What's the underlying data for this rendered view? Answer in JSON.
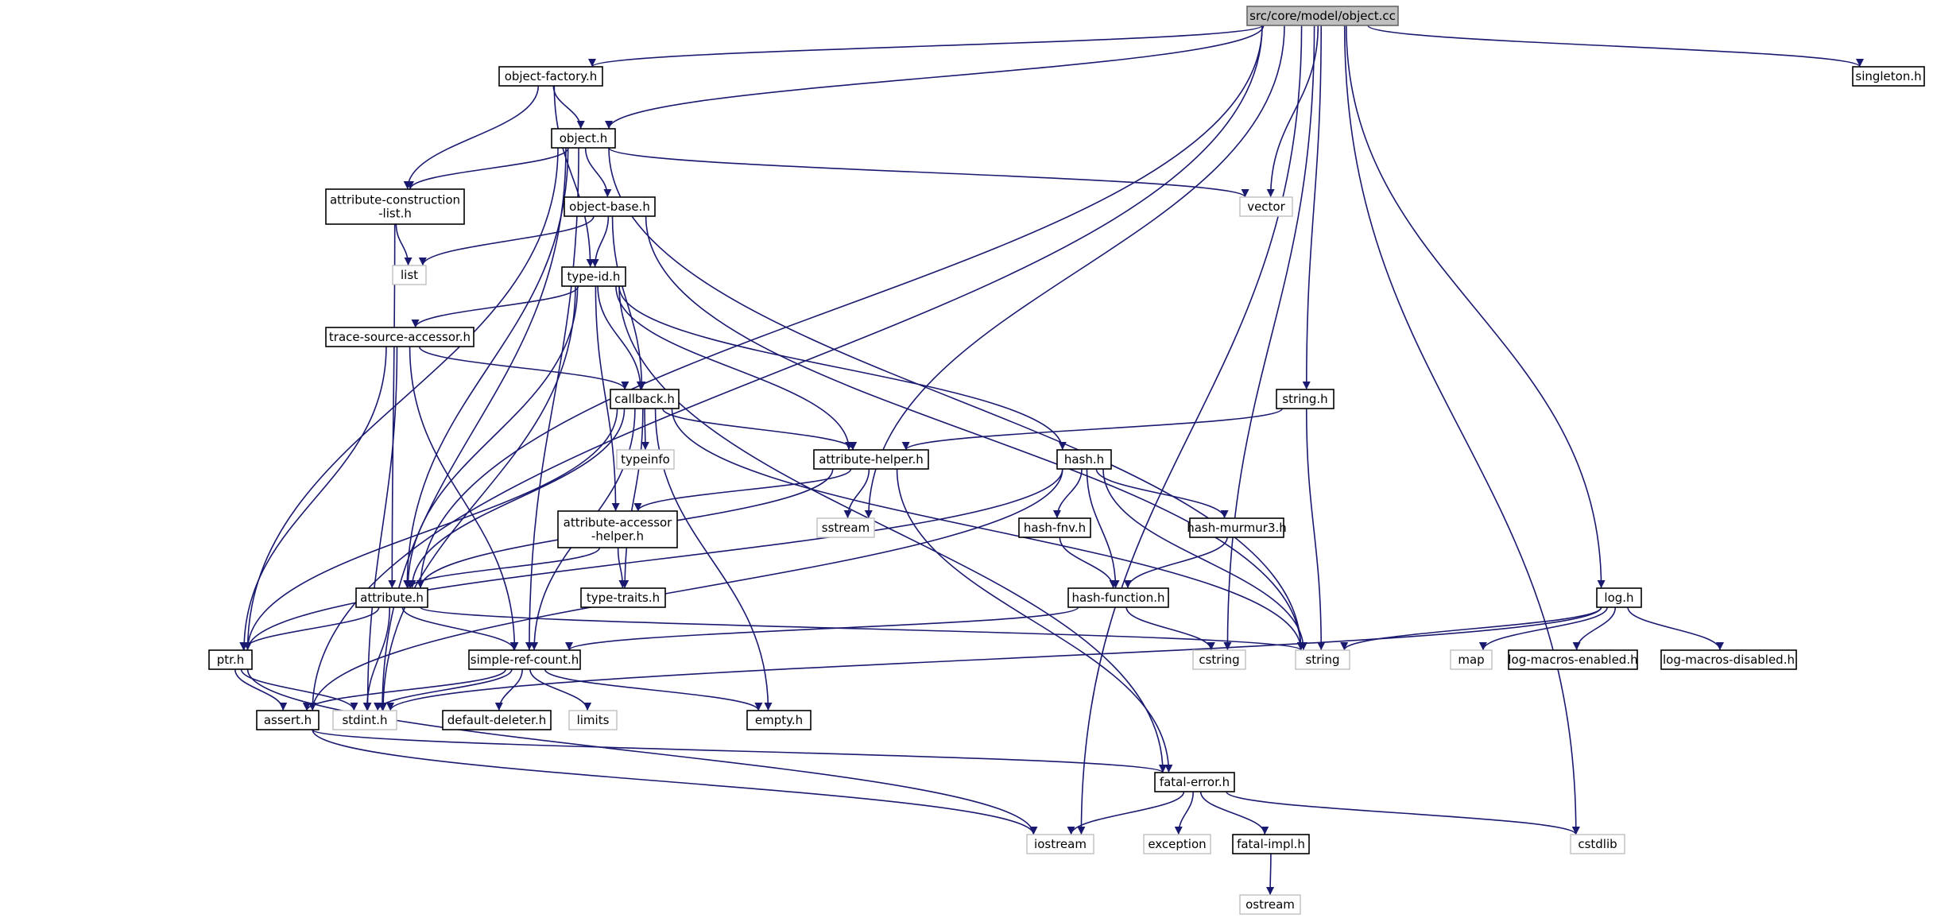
{
  "graph": {
    "title": "src/core/model/object.cc",
    "nodes": [
      {
        "id": "object_cc",
        "lines": [
          "src/core/model/object.cc"
        ],
        "kind": "root"
      },
      {
        "id": "object_factory_h",
        "lines": [
          "object-factory.h"
        ],
        "kind": "file"
      },
      {
        "id": "singleton_h",
        "lines": [
          "singleton.h"
        ],
        "kind": "file"
      },
      {
        "id": "object_h",
        "lines": [
          "object.h"
        ],
        "kind": "file"
      },
      {
        "id": "vector",
        "lines": [
          "vector"
        ],
        "kind": "external"
      },
      {
        "id": "attr_constr_list_h",
        "lines": [
          "attribute-construction",
          "-list.h"
        ],
        "kind": "file"
      },
      {
        "id": "object_base_h",
        "lines": [
          "object-base.h"
        ],
        "kind": "file"
      },
      {
        "id": "list",
        "lines": [
          "list"
        ],
        "kind": "external"
      },
      {
        "id": "type_id_h",
        "lines": [
          "type-id.h"
        ],
        "kind": "file"
      },
      {
        "id": "trace_source_accessor_h",
        "lines": [
          "trace-source-accessor.h"
        ],
        "kind": "file"
      },
      {
        "id": "callback_h",
        "lines": [
          "callback.h"
        ],
        "kind": "file"
      },
      {
        "id": "string_h",
        "lines": [
          "string.h"
        ],
        "kind": "file"
      },
      {
        "id": "typeinfo",
        "lines": [
          "typeinfo"
        ],
        "kind": "external"
      },
      {
        "id": "attr_helper_h",
        "lines": [
          "attribute-helper.h"
        ],
        "kind": "file"
      },
      {
        "id": "hash_h",
        "lines": [
          "hash.h"
        ],
        "kind": "file"
      },
      {
        "id": "attr_accessor_helper_h",
        "lines": [
          "attribute-accessor",
          "-helper.h"
        ],
        "kind": "file"
      },
      {
        "id": "sstream",
        "lines": [
          "sstream"
        ],
        "kind": "external"
      },
      {
        "id": "hash_fnv_h",
        "lines": [
          "hash-fnv.h"
        ],
        "kind": "file"
      },
      {
        "id": "hash_murmur3_h",
        "lines": [
          "hash-murmur3.h"
        ],
        "kind": "file"
      },
      {
        "id": "attribute_h",
        "lines": [
          "attribute.h"
        ],
        "kind": "file"
      },
      {
        "id": "type_traits_h",
        "lines": [
          "type-traits.h"
        ],
        "kind": "file"
      },
      {
        "id": "hash_function_h",
        "lines": [
          "hash-function.h"
        ],
        "kind": "file"
      },
      {
        "id": "log_h",
        "lines": [
          "log.h"
        ],
        "kind": "file"
      },
      {
        "id": "ptr_h",
        "lines": [
          "ptr.h"
        ],
        "kind": "file"
      },
      {
        "id": "simple_ref_count_h",
        "lines": [
          "simple-ref-count.h"
        ],
        "kind": "file"
      },
      {
        "id": "cstring",
        "lines": [
          "cstring"
        ],
        "kind": "external"
      },
      {
        "id": "string",
        "lines": [
          "string"
        ],
        "kind": "external"
      },
      {
        "id": "map",
        "lines": [
          "map"
        ],
        "kind": "external"
      },
      {
        "id": "log_macros_enabled_h",
        "lines": [
          "log-macros-enabled.h"
        ],
        "kind": "file"
      },
      {
        "id": "log_macros_disabled_h",
        "lines": [
          "log-macros-disabled.h"
        ],
        "kind": "file"
      },
      {
        "id": "assert_h",
        "lines": [
          "assert.h"
        ],
        "kind": "file"
      },
      {
        "id": "stdint_h",
        "lines": [
          "stdint.h"
        ],
        "kind": "external"
      },
      {
        "id": "default_deleter_h",
        "lines": [
          "default-deleter.h"
        ],
        "kind": "file"
      },
      {
        "id": "limits",
        "lines": [
          "limits"
        ],
        "kind": "external"
      },
      {
        "id": "empty_h",
        "lines": [
          "empty.h"
        ],
        "kind": "file"
      },
      {
        "id": "fatal_error_h",
        "lines": [
          "fatal-error.h"
        ],
        "kind": "file"
      },
      {
        "id": "iostream",
        "lines": [
          "iostream"
        ],
        "kind": "external"
      },
      {
        "id": "exception",
        "lines": [
          "exception"
        ],
        "kind": "external"
      },
      {
        "id": "fatal_impl_h",
        "lines": [
          "fatal-impl.h"
        ],
        "kind": "file"
      },
      {
        "id": "cstdlib",
        "lines": [
          "cstdlib"
        ],
        "kind": "external"
      },
      {
        "id": "ostream",
        "lines": [
          "ostream"
        ],
        "kind": "external"
      }
    ],
    "edges": [
      [
        "object_cc",
        "object_factory_h"
      ],
      [
        "object_cc",
        "object_h"
      ],
      [
        "object_cc",
        "singleton_h"
      ],
      [
        "object_cc",
        "vector"
      ],
      [
        "object_cc",
        "string_h"
      ],
      [
        "object_cc",
        "cstring"
      ],
      [
        "object_cc",
        "log_h"
      ],
      [
        "object_cc",
        "cstdlib"
      ],
      [
        "object_cc",
        "attribute_h"
      ],
      [
        "object_cc",
        "assert_h"
      ],
      [
        "object_cc",
        "sstream"
      ],
      [
        "object_cc",
        "iostream"
      ],
      [
        "object_factory_h",
        "object_h"
      ],
      [
        "object_factory_h",
        "attr_constr_list_h"
      ],
      [
        "object_factory_h",
        "type_id_h"
      ],
      [
        "object_h",
        "attr_constr_list_h"
      ],
      [
        "object_h",
        "object_base_h"
      ],
      [
        "object_h",
        "vector"
      ],
      [
        "object_h",
        "string"
      ],
      [
        "object_h",
        "ptr_h"
      ],
      [
        "object_h",
        "attribute_h"
      ],
      [
        "object_h",
        "stdint_h"
      ],
      [
        "object_h",
        "simple_ref_count_h"
      ],
      [
        "attr_constr_list_h",
        "list"
      ],
      [
        "attr_constr_list_h",
        "attribute_h"
      ],
      [
        "object_base_h",
        "list"
      ],
      [
        "object_base_h",
        "type_id_h"
      ],
      [
        "object_base_h",
        "callback_h"
      ],
      [
        "object_base_h",
        "string"
      ],
      [
        "type_id_h",
        "trace_source_accessor_h"
      ],
      [
        "type_id_h",
        "callback_h"
      ],
      [
        "type_id_h",
        "attr_helper_h"
      ],
      [
        "type_id_h",
        "hash_h"
      ],
      [
        "type_id_h",
        "attr_accessor_helper_h"
      ],
      [
        "type_id_h",
        "attribute_h"
      ],
      [
        "type_id_h",
        "stdint_h"
      ],
      [
        "type_id_h",
        "fatal_error_h"
      ],
      [
        "trace_source_accessor_h",
        "callback_h"
      ],
      [
        "trace_source_accessor_h",
        "ptr_h"
      ],
      [
        "trace_source_accessor_h",
        "simple_ref_count_h"
      ],
      [
        "trace_source_accessor_h",
        "stdint_h"
      ],
      [
        "callback_h",
        "typeinfo"
      ],
      [
        "callback_h",
        "attr_helper_h"
      ],
      [
        "callback_h",
        "type_traits_h"
      ],
      [
        "callback_h",
        "attribute_h"
      ],
      [
        "callback_h",
        "ptr_h"
      ],
      [
        "callback_h",
        "simple_ref_count_h"
      ],
      [
        "callback_h",
        "empty_h"
      ],
      [
        "callback_h",
        "string"
      ],
      [
        "string_h",
        "attr_helper_h"
      ],
      [
        "string_h",
        "string"
      ],
      [
        "attr_helper_h",
        "sstream"
      ],
      [
        "attr_helper_h",
        "attr_accessor_helper_h"
      ],
      [
        "attr_helper_h",
        "attribute_h"
      ],
      [
        "attr_helper_h",
        "fatal_error_h"
      ],
      [
        "hash_h",
        "hash_fnv_h"
      ],
      [
        "hash_h",
        "hash_murmur3_h"
      ],
      [
        "hash_h",
        "hash_function_h"
      ],
      [
        "hash_h",
        "string"
      ],
      [
        "hash_h",
        "ptr_h"
      ],
      [
        "hash_h",
        "assert_h"
      ],
      [
        "attr_accessor_helper_h",
        "type_traits_h"
      ],
      [
        "attr_accessor_helper_h",
        "attribute_h"
      ],
      [
        "hash_fnv_h",
        "hash_function_h"
      ],
      [
        "hash_murmur3_h",
        "hash_function_h"
      ],
      [
        "hash_function_h",
        "cstring"
      ],
      [
        "hash_function_h",
        "simple_ref_count_h"
      ],
      [
        "attribute_h",
        "string"
      ],
      [
        "attribute_h",
        "ptr_h"
      ],
      [
        "attribute_h",
        "simple_ref_count_h"
      ],
      [
        "attribute_h",
        "stdint_h"
      ],
      [
        "log_h",
        "string"
      ],
      [
        "log_h",
        "map"
      ],
      [
        "log_h",
        "log_macros_enabled_h"
      ],
      [
        "log_h",
        "log_macros_disabled_h"
      ],
      [
        "log_h",
        "stdint_h"
      ],
      [
        "ptr_h",
        "assert_h"
      ],
      [
        "ptr_h",
        "stdint_h"
      ],
      [
        "ptr_h",
        "iostream"
      ],
      [
        "simple_ref_count_h",
        "assert_h"
      ],
      [
        "simple_ref_count_h",
        "stdint_h"
      ],
      [
        "simple_ref_count_h",
        "default_deleter_h"
      ],
      [
        "simple_ref_count_h",
        "limits"
      ],
      [
        "simple_ref_count_h",
        "empty_h"
      ],
      [
        "assert_h",
        "fatal_error_h"
      ],
      [
        "assert_h",
        "iostream"
      ],
      [
        "fatal_error_h",
        "iostream"
      ],
      [
        "fatal_error_h",
        "exception"
      ],
      [
        "fatal_error_h",
        "fatal_impl_h"
      ],
      [
        "fatal_error_h",
        "cstdlib"
      ],
      [
        "fatal_impl_h",
        "ostream"
      ]
    ]
  }
}
